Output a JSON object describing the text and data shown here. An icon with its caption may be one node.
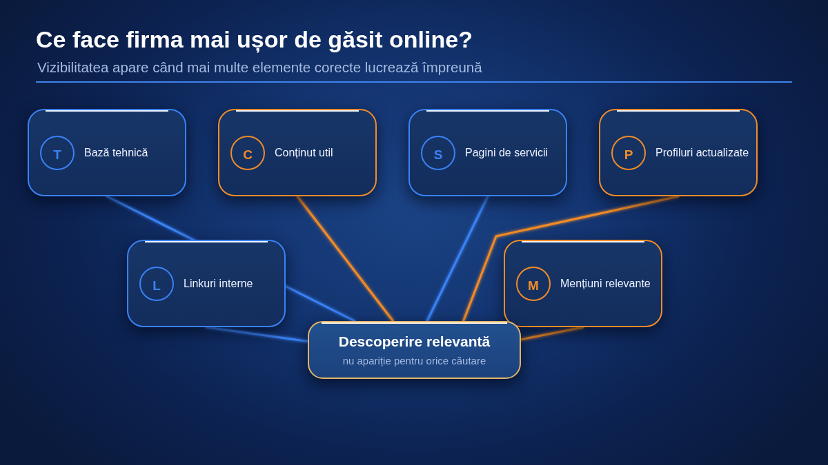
{
  "diagram": {
    "title": "Ce face firma mai ușor de găsit online?",
    "nodes": [
      {
        "text": [
          "Bază tehnică"
        ]
      },
      {
        "text": [
          "T"
        ],
        "in": 0
      },
      {
        "text": [
          "Conținut util"
        ]
      },
      {
        "text": [
          "C"
        ],
        "in": 2
      },
      {
        "text": [
          "Pagini de servicii"
        ]
      },
      {
        "text": [
          "S"
        ],
        "in": 4
      },
      {
        "text": [
          "Profiluri actualizate"
        ]
      },
      {
        "text": [
          "P"
        ],
        "in": 6
      },
      {
        "text": [
          "Linkuri interne"
        ]
      },
      {
        "text": [
          "L"
        ],
        "in": 8
      },
      {
        "text": [
          "Mențiuni relevante"
        ]
      },
      {
        "text": [
          "M"
        ],
        "in": 10
      },
      {
        "text": [
          "Descoperire relevantă",
          "nu apariție pentru orice căutare"
        ]
      }
    ],
    "edges": [
      {
        "from": 0,
        "to": 12,
        "arrow": "none"
      },
      {
        "from": 2,
        "to": 12,
        "arrow": "none",
        "color": "#f28c28"
      },
      {
        "from": 4,
        "to": 12,
        "arrow": "none"
      },
      {
        "from": 6,
        "to": 12,
        "arrow": "none",
        "color": "#f28c28"
      },
      {
        "from": 8,
        "to": 12,
        "arrow": "none"
      },
      {
        "from": 10,
        "to": 12,
        "arrow": "none",
        "color": "#f28c28"
      }
    ],
    "labels": [
      "Vizibilitatea apare când mai multe elemente corecte lucrează împreună"
    ]
  }
}
